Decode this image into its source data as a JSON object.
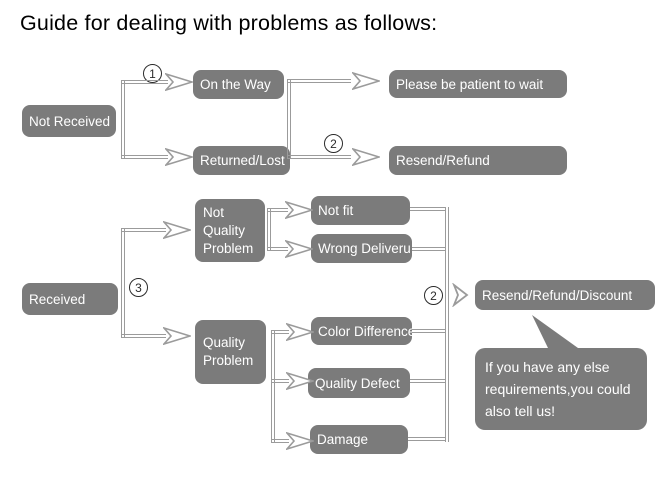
{
  "title": "Guide for dealing with problems as follows:",
  "colors": {
    "box": "#7b7b7b",
    "line": "#9b9b9b",
    "text": "#ffffff",
    "title": "#000000"
  },
  "steps": {
    "one": "1",
    "two_top": "2",
    "three": "3",
    "two_bottom": "2"
  },
  "nodes": {
    "not_received": "Not Received",
    "on_the_way": "On the Way",
    "returned_lost": "Returned/Lost",
    "please_wait": "Please be patient to wait",
    "resend_refund": "Resend/Refund",
    "received": "Received",
    "not_quality_problem": "Not\nQuality\nProblem",
    "quality_problem": "Quality\nProblem",
    "not_fit": "Not fit",
    "wrong_deliveru": "Wrong Deliveru",
    "color_difference": "Color Difference",
    "quality_defect": "Quality Defect",
    "damage": "Damage",
    "resend_refund_discount": "Resend/Refund/Discount"
  },
  "note": "If you have any else\nrequirements,you could\nalso tell us!"
}
